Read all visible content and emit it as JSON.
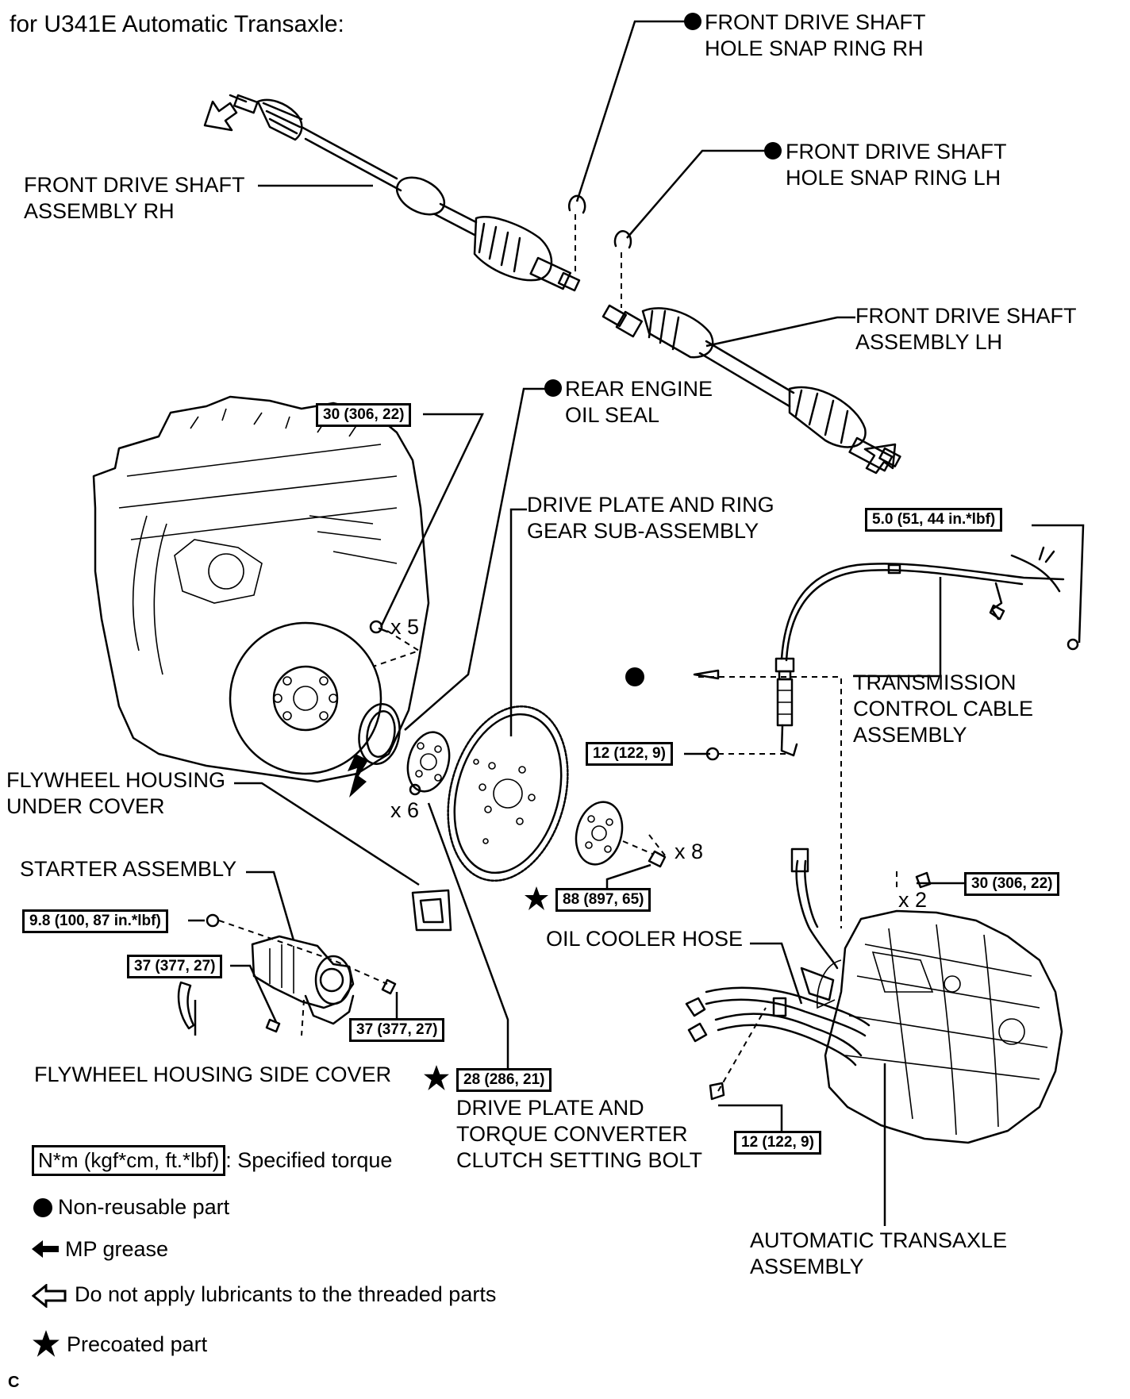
{
  "heading": "for U341E Automatic Transaxle:",
  "footer_mark": "C",
  "labels": {
    "snap_ring_rh": "FRONT DRIVE SHAFT\nHOLE SNAP RING RH",
    "snap_ring_lh": "FRONT DRIVE SHAFT\nHOLE SNAP RING LH",
    "shaft_rh": "FRONT DRIVE SHAFT\nASSEMBLY RH",
    "shaft_lh": "FRONT DRIVE SHAFT\nASSEMBLY LH",
    "rear_oil_seal": "REAR ENGINE\nOIL SEAL",
    "drive_plate": "DRIVE PLATE AND RING\nGEAR SUB-ASSEMBLY",
    "control_cable": "TRANSMISSION\nCONTROL CABLE\nASSEMBLY",
    "housing_under_cover": "FLYWHEEL HOUSING\nUNDER COVER",
    "starter": "STARTER ASSEMBLY",
    "oil_cooler_hose": "OIL COOLER HOSE",
    "side_cover": "FLYWHEEL HOUSING SIDE COVER",
    "setting_bolt": "DRIVE PLATE AND\nTORQUE CONVERTER\nCLUTCH SETTING BOLT",
    "transaxle": "AUTOMATIC TRANSAXLE\nASSEMBLY"
  },
  "quantities": {
    "engine_bolts": "x 5",
    "setting_bolts": "x 6",
    "plate_bolts": "x 8",
    "transaxle_bolts": "x 2"
  },
  "torques": {
    "engine_top": "30 (306, 22)",
    "bracket": "5.0 (51, 44 in.*lbf)",
    "cable_nut": "12 (122, 9)",
    "plate_bolt": "88 (897, 65)",
    "transaxle_bolt": "30 (306, 22)",
    "starter_nut": "9.8 (100, 87 in.*lbf)",
    "starter_lower": "37 (377, 27)",
    "starter_right": "37 (377, 27)",
    "setting_bolt": "28 (286, 21)",
    "transaxle_lower": "12 (122, 9)"
  },
  "legend": {
    "torque_box": "N*m (kgf*cm, ft.*lbf)",
    "torque_text": ": Specified torque",
    "non_reusable": "Non-reusable part",
    "mp_grease": "MP grease",
    "no_lube": "Do not apply lubricants to the threaded parts",
    "precoated": "Precoated part"
  }
}
